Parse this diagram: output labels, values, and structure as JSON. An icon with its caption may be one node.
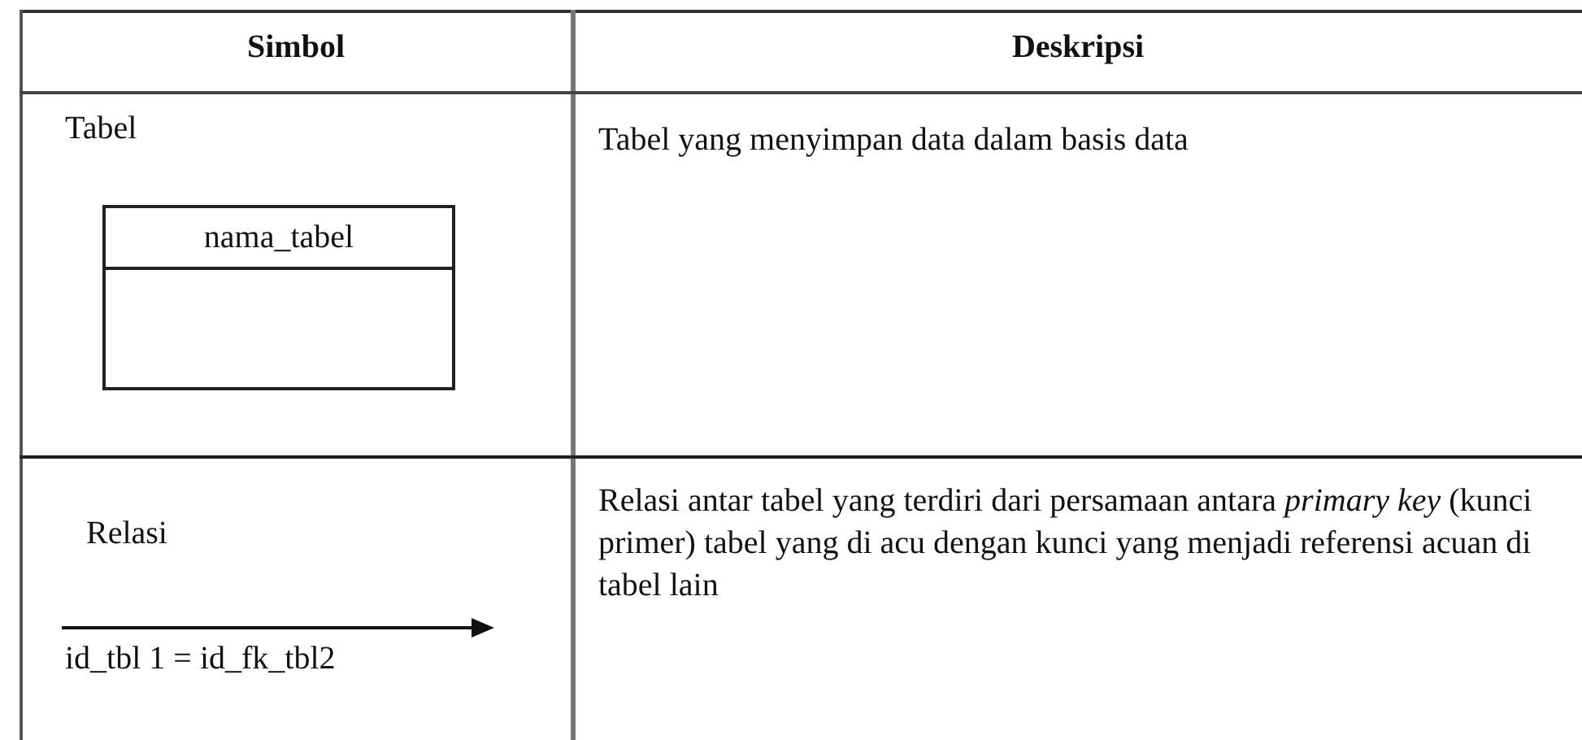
{
  "diagram": {
    "nodes": [
      {
        "text": [
          "nama_tabel"
        ]
      }
    ],
    "labels": [
      "Simbol",
      "Deskripsi",
      "Tabel",
      "Tabel yang menyimpan data dalam basis data",
      "Relasi",
      "id_tbl 1 = id_fk_tbl2",
      "Relasi antar tabel yang terdiri dari persamaan antara *primary key* (kunci primer) tabel yang di acu dengan kunci yang menjadi referensi acuan di tabel lain"
    ]
  }
}
